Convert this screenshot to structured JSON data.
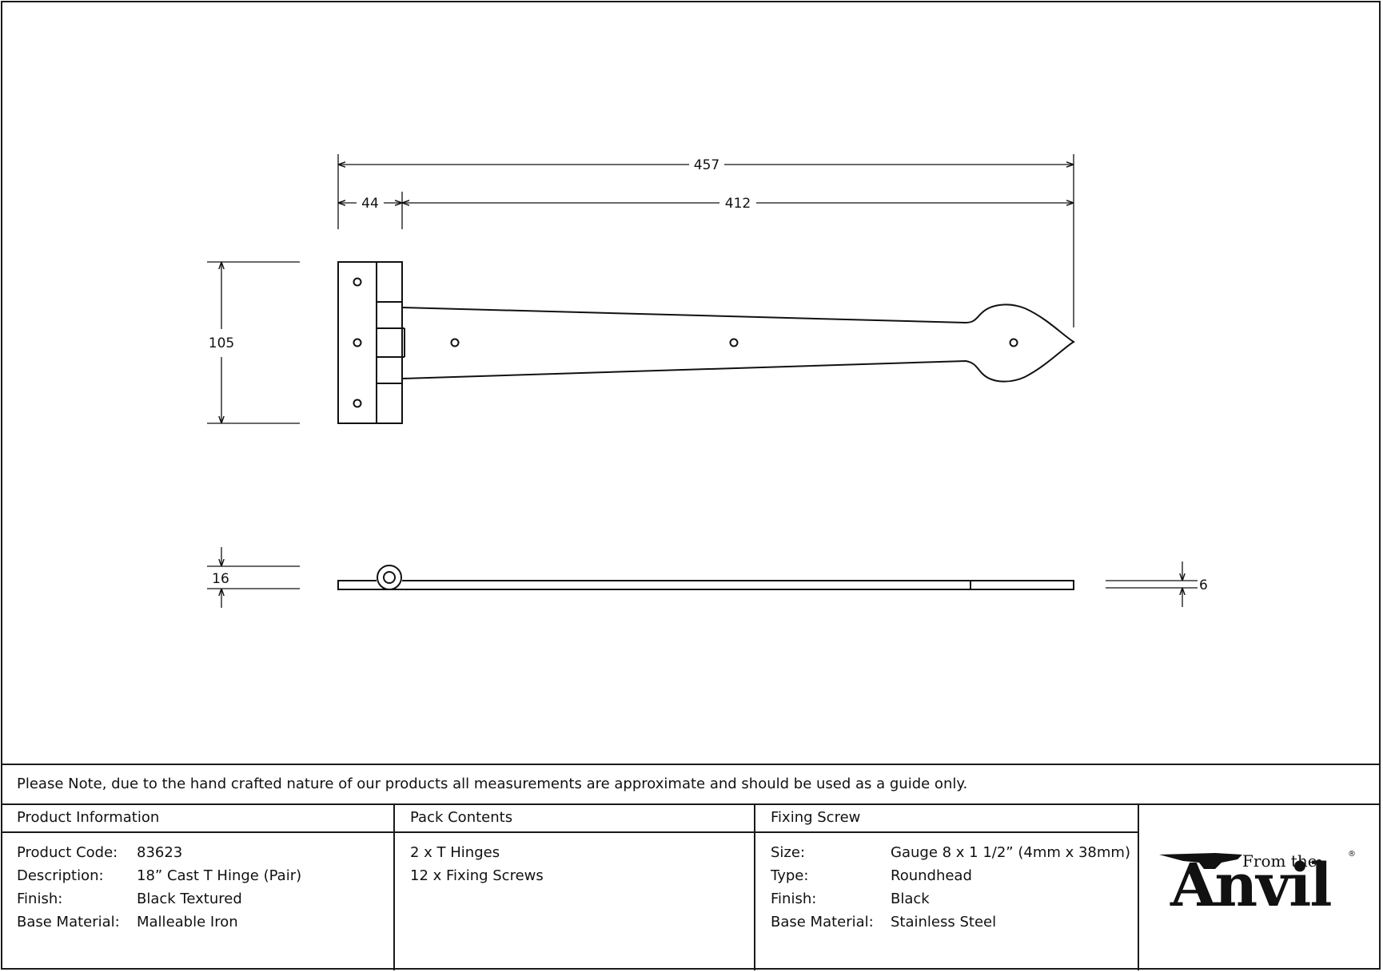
{
  "dimensions": {
    "overall_length": "457",
    "hinge_leaf_width": "44",
    "strap_length": "412",
    "height": "105",
    "knuckle_height": "16",
    "strap_thickness": "6"
  },
  "note": "Please Note, due to the hand crafted nature of our products all measurements are approximate and should be used as a guide only.",
  "product_information": {
    "heading": "Product Information",
    "rows": [
      {
        "label": "Product Code:",
        "value": "83623"
      },
      {
        "label": "Description:",
        "value": "18” Cast T Hinge (Pair)"
      },
      {
        "label": "Finish:",
        "value": "Black Textured"
      },
      {
        "label": "Base Material:",
        "value": "Malleable Iron"
      }
    ]
  },
  "pack_contents": {
    "heading": "Pack Contents",
    "items": [
      "2 x T Hinges",
      "12 x Fixing Screws"
    ]
  },
  "fixing_screw": {
    "heading": "Fixing Screw",
    "rows": [
      {
        "label": "Size:",
        "value": "Gauge 8 x 1 1/2” (4mm x 38mm)"
      },
      {
        "label": "Type:",
        "value": "Roundhead"
      },
      {
        "label": "Finish:",
        "value": "Black"
      },
      {
        "label": "Base Material:",
        "value": "Stainless Steel"
      }
    ]
  },
  "logo": {
    "small_text": "From the",
    "big_text": "Anvil",
    "registered_mark": "®"
  }
}
